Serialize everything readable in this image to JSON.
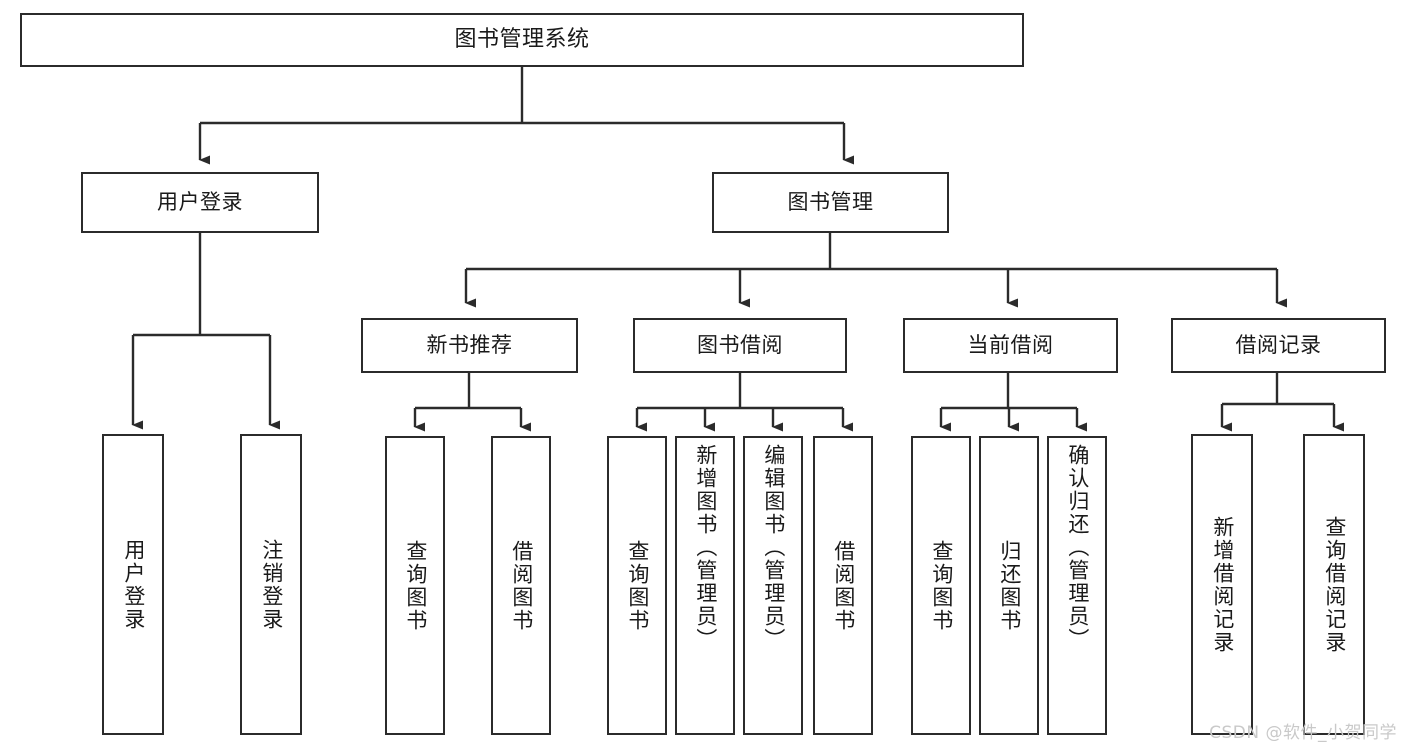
{
  "diagram": {
    "title": "图书管理系统",
    "type": "tree-structure-chart",
    "line_color": "#2b2b2b",
    "box_fill": "#ffffff",
    "text_color": "#1a1a1a",
    "root": {
      "label": "图书管理系统"
    },
    "level2": [
      {
        "label": "用户登录"
      },
      {
        "label": "图书管理"
      }
    ],
    "level3": [
      {
        "label": "新书推荐"
      },
      {
        "label": "图书借阅"
      },
      {
        "label": "当前借阅"
      },
      {
        "label": "借阅记录"
      }
    ],
    "leaves": {
      "user_login": [
        {
          "label": "用户登录"
        },
        {
          "label": "注销登录"
        }
      ],
      "new_book": [
        {
          "label": "查询图书"
        },
        {
          "label": "借阅图书"
        }
      ],
      "book_borrow": [
        {
          "label": "查询图书"
        },
        {
          "label": "新增图书（管理员）"
        },
        {
          "label": "编辑图书（管理员）"
        },
        {
          "label": "借阅图书"
        }
      ],
      "current_borrow": [
        {
          "label": "查询图书"
        },
        {
          "label": "归还图书"
        },
        {
          "label": "确认归还（管理员）"
        }
      ],
      "borrow_record": [
        {
          "label": "新增借阅记录"
        },
        {
          "label": "查询借阅记录"
        }
      ]
    }
  },
  "watermark": {
    "text": "CSDN @软件_小贺同学"
  }
}
